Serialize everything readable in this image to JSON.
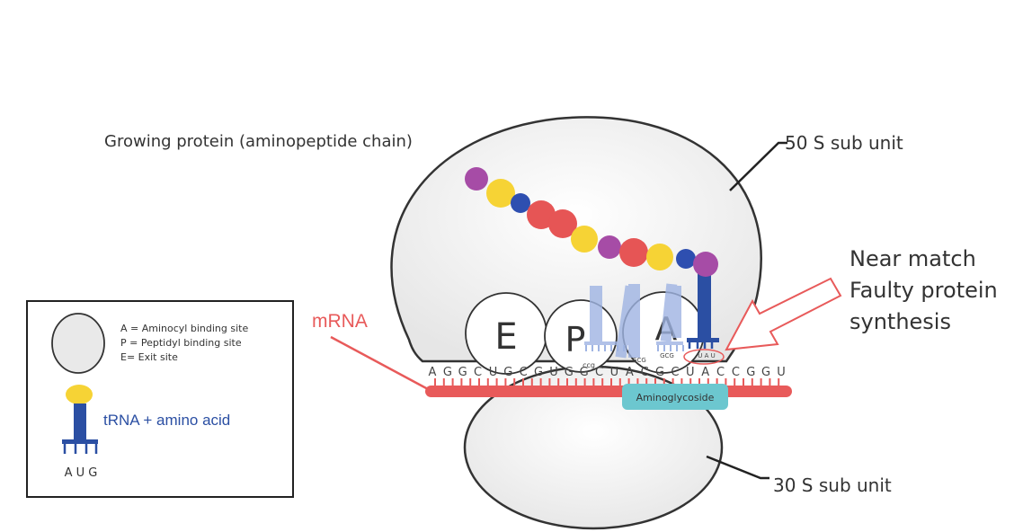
{
  "labels": {
    "growing_protein": "Growing protein (aminopeptide chain)",
    "large_subunit": "50 S sub unit",
    "small_subunit": "30 S sub unit",
    "mrna": "mRNA",
    "near_match_line1": "Near match",
    "near_match_line2": "Faulty protein",
    "near_match_line3": "synthesis",
    "aminoglycoside": "Aminoglycoside"
  },
  "sites": {
    "exit": "E",
    "peptidyl": "P",
    "aminoacyl": "A"
  },
  "mrna_sequence": [
    "A",
    "G",
    "G",
    "C",
    "U",
    "G",
    "C",
    "G",
    "U",
    "G",
    "G",
    "C",
    "U",
    "A",
    "C",
    "G",
    "C",
    "U",
    "A",
    "C",
    "C",
    "G",
    "G",
    "U"
  ],
  "anticodons": {
    "small_left": "ccg",
    "small_mid": "GCG",
    "small_right": "GCG",
    "faulty": "U A U"
  },
  "legend": {
    "line_a": "A = Aminocyl binding site",
    "line_p": "P = Peptidyl binding site",
    "line_e": "E= Exit site",
    "trna_label": "tRNA + amino acid",
    "trna_anticodon": "A U G"
  },
  "colors": {
    "mrna": "#e85a5a",
    "trna": "#2b4fa3",
    "purple": "#a64ca6",
    "yellow": "#f6d335",
    "blue": "#2e4fb0",
    "red": "#e65555",
    "aminoglycoside": "#6cc7cf",
    "ribosome_fill": "#f2f2f2"
  },
  "chain_beads": [
    "purple",
    "yellow",
    "blue",
    "red",
    "red",
    "yellow",
    "purple",
    "red",
    "yellow",
    "blue",
    "purple"
  ]
}
